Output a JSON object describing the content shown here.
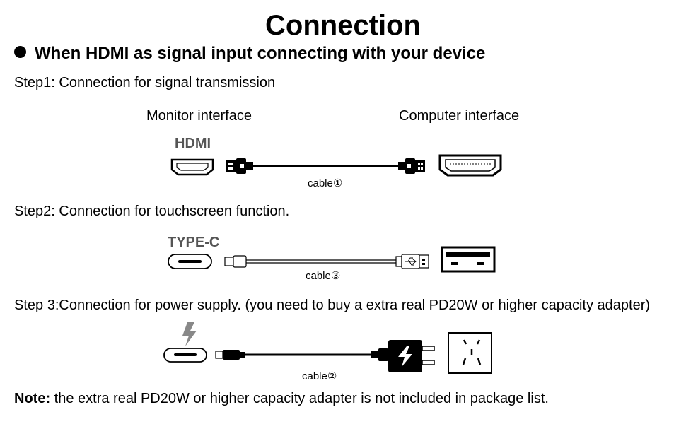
{
  "title": "Connection",
  "section": "When HDMI as signal input connecting with your device",
  "steps": [
    {
      "label": "Step1:  Connection for signal transmission",
      "left_caption": "Monitor interface",
      "right_caption": "Computer interface",
      "port_text": "HDMI",
      "cable_label": "cable①"
    },
    {
      "label": "Step2:  Connection for touchscreen function.",
      "port_text": "TYPE-C",
      "cable_label": "cable③"
    },
    {
      "label": "Step 3:Connection for power supply. (you need to buy a extra real PD20W or higher capacity adapter)",
      "cable_label": "cable②"
    }
  ],
  "note": {
    "bold": "Note:",
    "text": " the extra real PD20W or higher capacity adapter is not included in package list."
  }
}
